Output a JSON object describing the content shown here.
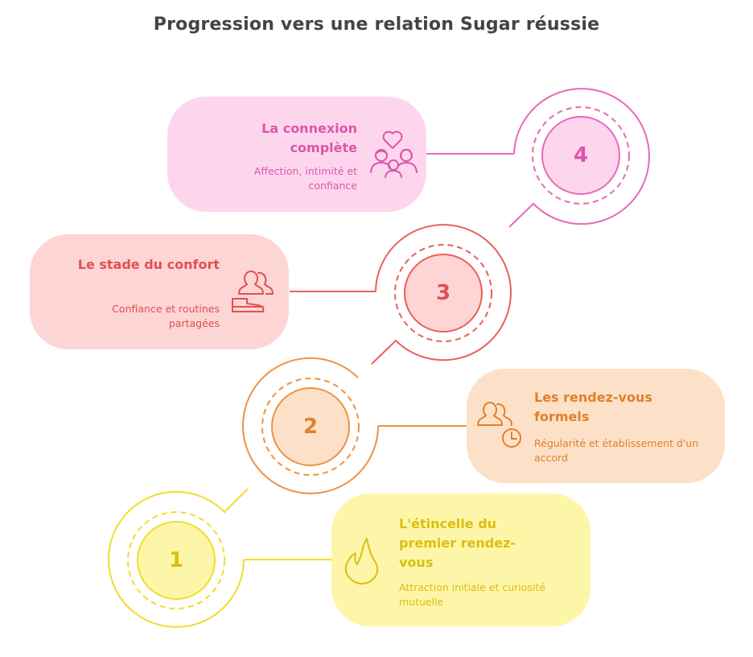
{
  "title": "Progression vers une relation Sugar réussie",
  "colors": {
    "stage1": {
      "stroke": "#f2dc2a",
      "fill": "#fdf6a8",
      "text": "#d9bf10"
    },
    "stage2": {
      "stroke": "#ee9240",
      "fill": "#fde0c8",
      "text": "#e0802a"
    },
    "stage3": {
      "stroke": "#ea5e5a",
      "fill": "#fdd5d5",
      "text": "#e05050"
    },
    "stage4": {
      "stroke": "#e968b8",
      "fill": "#fdd6ee",
      "text": "#dd55a8"
    }
  },
  "stages": [
    {
      "number": "1",
      "title": "L'étincelle du premier rendez-vous",
      "description": "Attraction initiale et curiosité mutuelle",
      "icon": "flame-icon"
    },
    {
      "number": "2",
      "title": "Les rendez-vous formels",
      "description": "Régularité et établissement d'un accord",
      "icon": "people-clock-icon"
    },
    {
      "number": "3",
      "title": "Le stade du confort",
      "description": "Confiance et routines partagées",
      "icon": "people-couch-icon"
    },
    {
      "number": "4",
      "title": "La connexion complète",
      "description": "Affection, intimité et confiance",
      "icon": "family-heart-icon"
    }
  ]
}
